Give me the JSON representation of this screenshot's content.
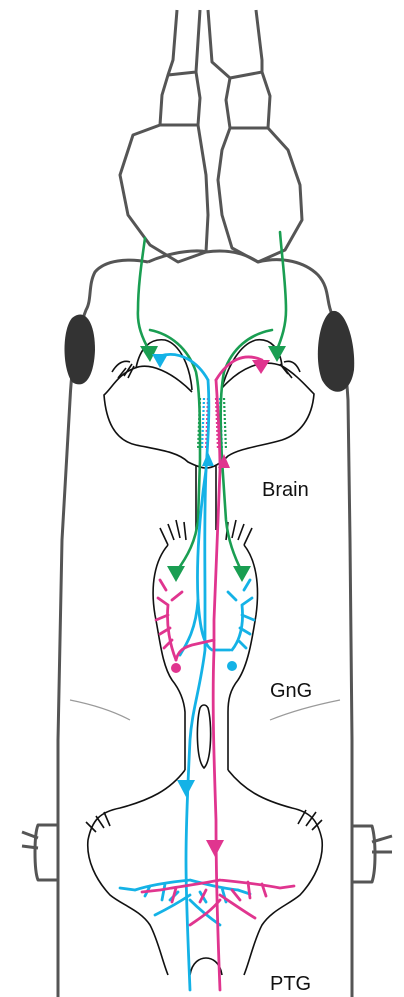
{
  "labels": {
    "brain": "Brain",
    "gng": "GnG",
    "ptg": "PTG"
  },
  "colors": {
    "outline": "#555555",
    "neuropil": "#111111",
    "green": "#1a9e52",
    "cyan": "#14b2e6",
    "magenta": "#e0358f",
    "eye": "#333333",
    "dots_a": "#1a9e52",
    "dots_b": "#e0358f",
    "dots_c": "#14b2e6"
  }
}
